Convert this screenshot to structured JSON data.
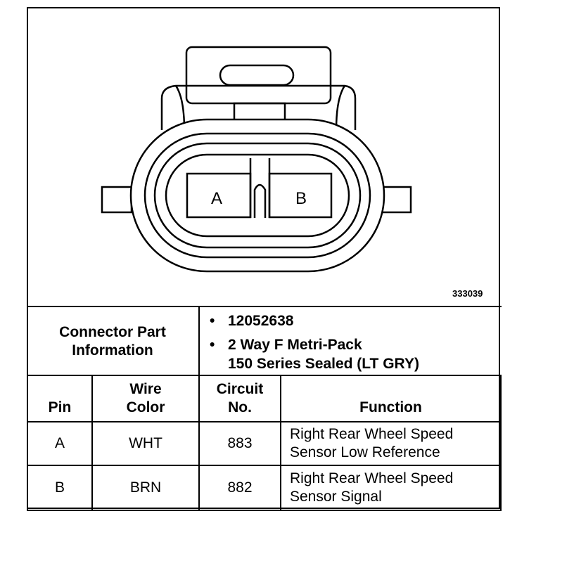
{
  "figure_number": "333039",
  "connector": {
    "pin_a_label": "A",
    "pin_b_label": "B"
  },
  "connector_info": {
    "label_line1": "Connector Part",
    "label_line2": "Information",
    "bullet": "•",
    "part_number": "12052638",
    "desc_line1": "2 Way F Metri-Pack",
    "desc_line2": "150 Series Sealed (LT GRY)"
  },
  "table": {
    "headers": {
      "pin": "Pin",
      "wire_line1": "Wire",
      "wire_line2": "Color",
      "circuit_line1": "Circuit",
      "circuit_line2": "No.",
      "function": "Function"
    },
    "rows": [
      {
        "pin": "A",
        "wire": "WHT",
        "circuit": "883",
        "func_line1": "Right Rear Wheel Speed",
        "func_line2": "Sensor Low Reference"
      },
      {
        "pin": "B",
        "wire": "BRN",
        "circuit": "882",
        "func_line1": "Right Rear Wheel Speed",
        "func_line2": "Sensor Signal"
      }
    ]
  }
}
